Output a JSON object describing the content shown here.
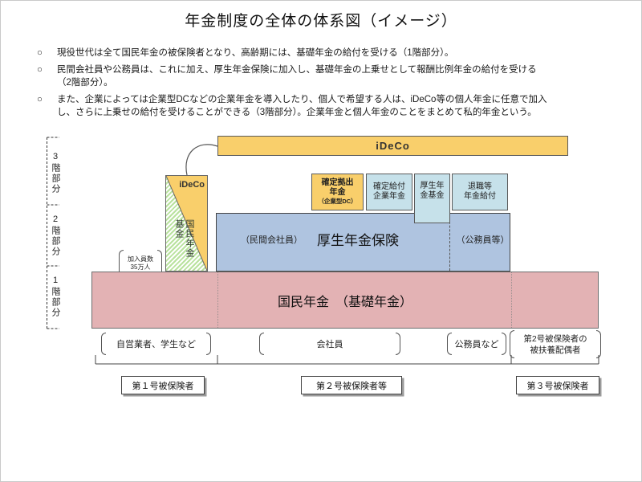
{
  "title": "年金制度の全体の体系図（イメージ）",
  "bullets": [
    {
      "marker": "○",
      "text": "現役世代は全て国民年金の被保険者となり、高齢期には、基礎年金の給付を受ける（1階部分）。"
    },
    {
      "marker": "○",
      "text": "民間会社員や公務員は、これに加え、厚生年金保険に加入し、基礎年金の上乗せとして報酬比例年金の給付を受ける\n（2階部分）。"
    },
    {
      "marker": "○",
      "text": "また、企業によっては企業型DCなどの企業年金を導入したり、個人で希望する人は、iDeCo等の個人年金に任意で加入\nし、さらに上乗せの給付を受けることができる（3階部分）。企業年金と個人年金のことをまとめて私的年金という。"
    }
  ],
  "floor_labels": [
    "3階部分",
    "2階部分",
    "1階部分"
  ],
  "ideco_bar_label": "iDeCo",
  "ideco_box": {
    "label": "iDeCo",
    "fund": "国民年金基金",
    "note": "加入員数\n35万人"
  },
  "tier3": {
    "dc_main": "確定拠出\n年金",
    "dc_sub": "（企業型DC）",
    "db": "確定給付\n企業年金",
    "kikin": "厚生年\n金基金",
    "taishoku": "退職等\n年金給付"
  },
  "kosei": {
    "title": "厚生年金保険",
    "left_note": "（民間会社員）",
    "right_note": "（公務員等）"
  },
  "kokumin_title": "国民年金　（基礎年金）",
  "groups": [
    "自営業者、学生など",
    "会社員",
    "公務員など",
    "第2号被保険者の\n被扶養配偶者"
  ],
  "insured": [
    "第１号被保険者",
    "第２号被保険者等",
    "第３号被保険者"
  ],
  "colors": {
    "orange": "#f9cf6b",
    "light_blue": "#c6e1ea",
    "steel_blue": "#afc4e0",
    "pink": "#e3b2b4",
    "hatch_green": "#b9e29e"
  }
}
